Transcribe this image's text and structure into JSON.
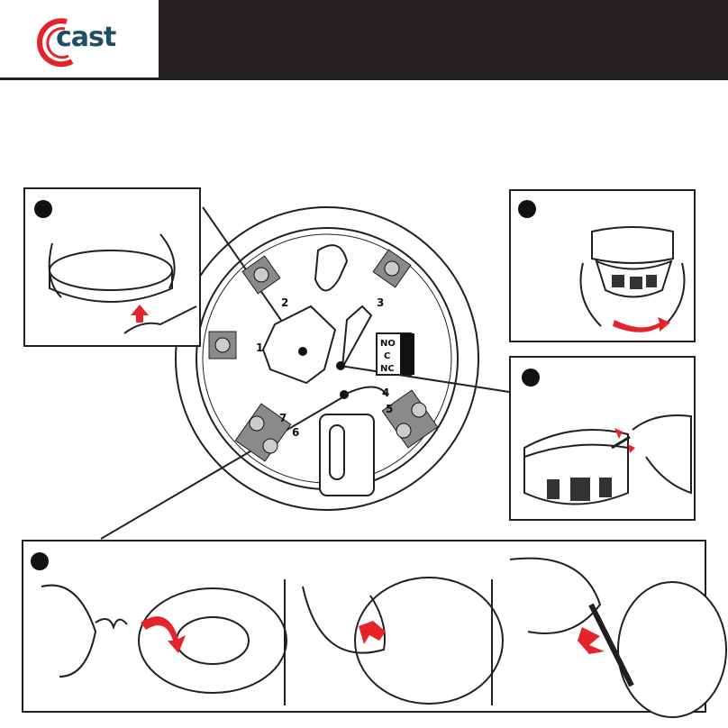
{
  "header": {
    "brand": "cast",
    "brand_colors": {
      "swoosh": "#e4232b",
      "text": "#1f4e63"
    },
    "bar_color": "#231f20"
  },
  "main_diagram": {
    "name": "detector-base-wiring",
    "terminals": [
      "1",
      "2",
      "3",
      "4",
      "5",
      "6",
      "7"
    ],
    "relay_labels": [
      "NO",
      "C",
      "NC"
    ]
  },
  "panels": [
    {
      "id": "step-a",
      "marker": "●",
      "description": "fit base cable entry plug into base"
    },
    {
      "id": "step-b",
      "marker": "●",
      "description": "twist detector head onto base"
    },
    {
      "id": "step-c",
      "marker": "●",
      "description": "insert locking pin into detector"
    },
    {
      "id": "step-d",
      "marker": "●",
      "description": "fit and release link wire",
      "sub_steps": 3
    }
  ],
  "colors": {
    "accent_arrow": "#e4232b",
    "line": "#231f20"
  }
}
